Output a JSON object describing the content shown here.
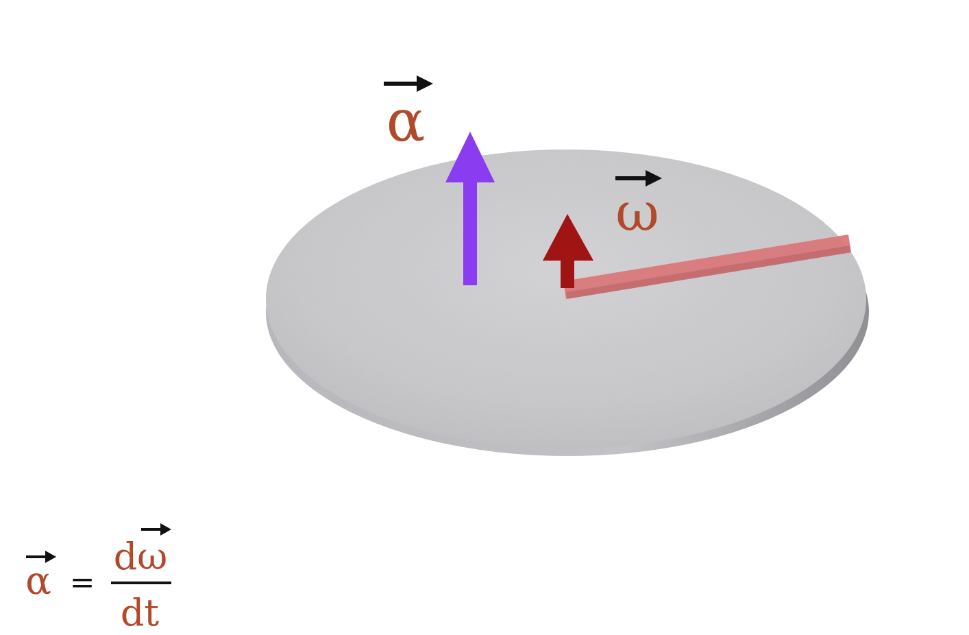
{
  "diagram": {
    "labels": {
      "alpha": "α",
      "omega": "ω"
    },
    "formula": {
      "lhs": "α",
      "equals": "=",
      "numerator": "dω",
      "denominator": "dt"
    },
    "colors": {
      "alpha_arrow": "#8a3cf0",
      "omega_arrow": "#a01414",
      "label_text": "#b04a2a",
      "vector_arrow": "#111111",
      "disk_top": "#cfcfd2",
      "disk_edge": "#a9a9ad",
      "radius_line": "#d9787a"
    }
  }
}
